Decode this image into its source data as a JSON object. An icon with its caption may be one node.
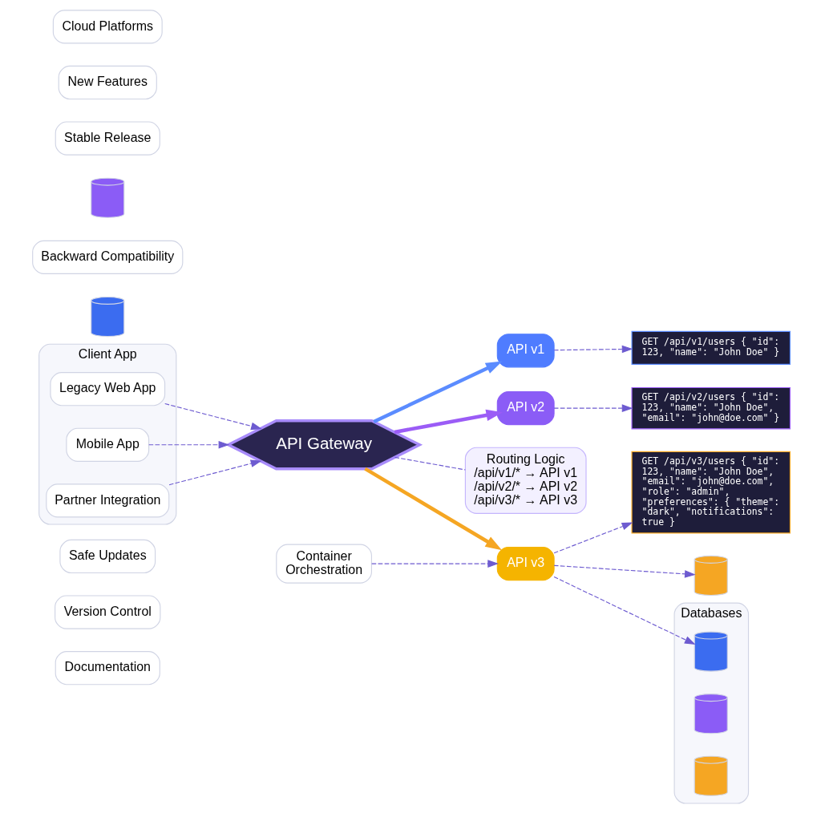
{
  "diagram": {
    "nodes": [
      {
        "text": [
          "Documentation"
        ]
      },
      {
        "text": [
          "Version Control"
        ]
      },
      {
        "text": [
          "Safe Updates"
        ]
      },
      {
        "text": [
          "Client App"
        ]
      },
      {
        "text": [
          "Legacy Web App"
        ],
        "in": 3
      },
      {
        "text": [
          "Mobile App"
        ],
        "in": 3
      },
      {
        "text": [
          "Partner Integration"
        ],
        "in": 3
      },
      {
        "text": [
          "API Gateway"
        ]
      },
      {
        "text": [
          "API v1"
        ]
      },
      {
        "text": [
          "GET /api/v1/users { \"id\": 123, \"name\": \"John Doe\" }"
        ]
      },
      {
        "text": [],
        "shape": "cylinder"
      },
      {
        "text": [
          "Backward Compatibility"
        ]
      },
      {
        "text": [
          "API v2"
        ]
      },
      {
        "text": [
          "GET /api/v2/users { \"id\": 123, \"name\": \"John Doe\", \"email\": \"john@doe.com\" }"
        ]
      },
      {
        "text": [],
        "shape": "cylinder"
      },
      {
        "text": [
          "Stable Release"
        ]
      },
      {
        "text": [
          "Routing Logic",
          "/api/v1/* → API v1",
          "/api/v2/* → API v2",
          "/api/v3/* → API v3"
        ]
      },
      {
        "text": [
          "API v3"
        ]
      },
      {
        "text": [
          "GET /api/v3/users { \"id\": 123, \"name\": \"John Doe\", \"email\": \"john@doe.com\", \"role\": \"admin\", \"preferences\": { \"theme\": \"dark\", \"notifications\": true }"
        ]
      },
      {
        "text": [],
        "shape": "cylinder"
      },
      {
        "text": [
          "New Features"
        ]
      },
      {
        "text": [
          "Cloud Platforms"
        ]
      },
      {
        "text": [
          "Container Orchestration"
        ]
      },
      {
        "text": [
          "Databases"
        ]
      },
      {
        "text": [],
        "shape": "cylinder",
        "in": 23
      },
      {
        "text": [],
        "shape": "cylinder",
        "in": 23
      },
      {
        "text": [],
        "shape": "cylinder",
        "in": 23
      }
    ],
    "edges": [
      {
        "from": 4,
        "to": 7,
        "arrow": "to",
        "style": "dashed"
      },
      {
        "from": 5,
        "to": 7,
        "arrow": "to",
        "style": "dashed"
      },
      {
        "from": 6,
        "to": 7,
        "arrow": "to",
        "style": "dashed"
      },
      {
        "from": 7,
        "to": 8,
        "arrow": "to",
        "style": "thick",
        "color": "#5b8cff"
      },
      {
        "from": 7,
        "to": 12,
        "arrow": "to",
        "style": "thick",
        "color": "#9b5cf6"
      },
      {
        "from": 7,
        "to": 17,
        "arrow": "to",
        "style": "thick",
        "color": "#f5a623"
      },
      {
        "from": 8,
        "to": 9,
        "arrow": "to",
        "style": "dashed"
      },
      {
        "from": 12,
        "to": 13,
        "arrow": "to",
        "style": "dashed"
      },
      {
        "from": 17,
        "to": 18,
        "arrow": "to",
        "style": "dashed"
      },
      {
        "from": 7,
        "to": 16,
        "arrow": "none",
        "style": "dashed"
      },
      {
        "from": 17,
        "to": 19,
        "arrow": "to",
        "style": "dashed"
      },
      {
        "from": 22,
        "to": 17,
        "arrow": "to",
        "style": "dashed"
      },
      {
        "from": 17,
        "to": 24,
        "arrow": "to",
        "style": "dashed"
      }
    ]
  }
}
